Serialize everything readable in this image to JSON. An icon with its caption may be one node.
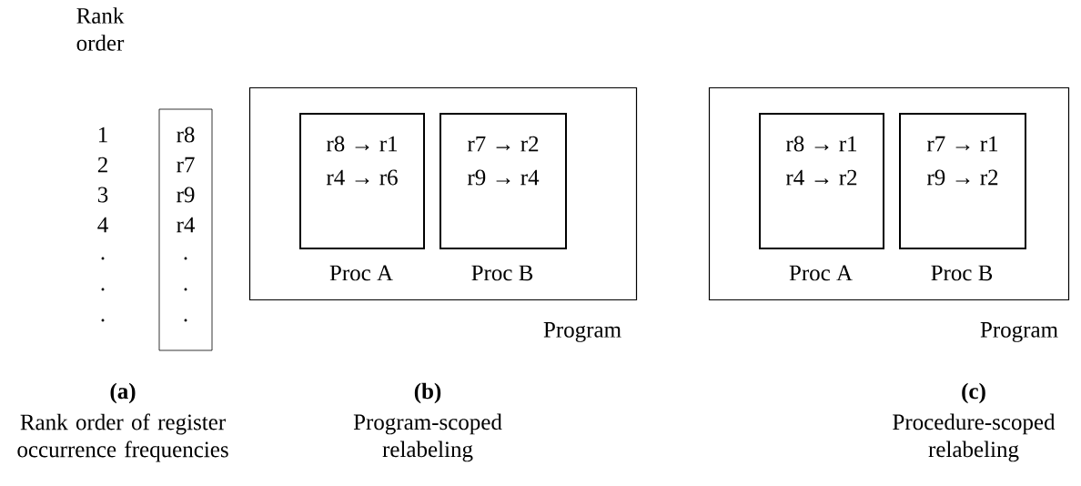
{
  "diagram": {
    "nodes": [
      {
        "text": [
          "r8",
          "r7",
          "r9",
          "r4",
          ".",
          ".",
          "."
        ]
      },
      {
        "text": [
          "Program"
        ]
      },
      {
        "text": [
          "r8 → r1",
          "r4 → r6",
          "Proc A"
        ],
        "in": 1
      },
      {
        "text": [
          "r7 → r2",
          "r9 → r4",
          "Proc B"
        ],
        "in": 1
      },
      {
        "text": [
          "Program"
        ]
      },
      {
        "text": [
          "r8 → r1",
          "r4 → r2",
          "Proc A"
        ],
        "in": 4
      },
      {
        "text": [
          "r7 → r1",
          "r9 → r2",
          "Proc B"
        ],
        "in": 4
      }
    ],
    "labels": [
      "Rank order",
      "1",
      "2",
      "3",
      "4",
      ".",
      ".",
      ".",
      "(a)",
      "Rank order of register occurrence frequencies",
      "(b)",
      "Program-scoped relabeling",
      "(c)",
      "Procedure-scoped relabeling"
    ]
  }
}
